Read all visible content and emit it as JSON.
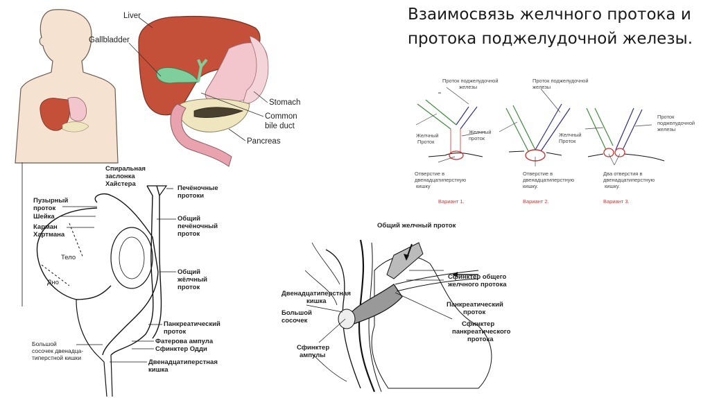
{
  "slide": {
    "title_lines": [
      "Взаимосвязь желчного протока и",
      "протока поджелудочной железы."
    ]
  },
  "anatomy_overview": {
    "labels": {
      "liver": "Liver",
      "gallbladder": "Gallbladder",
      "stomach": "Stomach",
      "common_bile_duct_1": "Common",
      "common_bile_duct_2": "bile duct",
      "pancreas": "Pancreas"
    },
    "colors": {
      "liver": "#c4503a",
      "gallbladder": "#7fcf9c",
      "stomach": "#f2c6cc",
      "pancreas": "#efe6c0",
      "skin": "#f6e2d0"
    }
  },
  "gallbladder_diagram": {
    "labels": {
      "heister_1": "Спиральная",
      "heister_2": "заслонка",
      "heister_3": "Хайстера",
      "hepatic_ducts_1": "Печёночные",
      "hepatic_ducts_2": "протоки",
      "cystic_duct_1": "Пузырный",
      "cystic_duct_2": "проток",
      "neck": "Шейка",
      "hartmann_1": "Карман",
      "hartmann_2": "Хартмана",
      "body": "Тело",
      "fundus": "Дно",
      "common_hepatic_1": "Общий",
      "common_hepatic_2": "печёночный",
      "common_hepatic_3": "проток",
      "common_bile_1": "Общий",
      "common_bile_2": "жёлчный",
      "common_bile_3": "проток",
      "pancreatic_duct_1": "Панкреатический",
      "pancreatic_duct_2": "проток",
      "vater_ampulla": "Фатерова ампула",
      "oddi": "Сфинктер Одди",
      "papilla_1": "Большой",
      "papilla_2": "сосочек двенадца-",
      "papilla_3": "типерстной кишки",
      "duodenum_1": "Двенадцатиперстная",
      "duodenum_2": "кишка"
    }
  },
  "variants_diagram": {
    "colors": {
      "bile_duct": "#3c8a3c",
      "pancreatic_duct": "#2e2e8c",
      "opening": "#d03030",
      "caption": "#c04040"
    },
    "variants": [
      {
        "pancreatic_label_1": "Проток поджелудочной",
        "pancreatic_label_2": "железы",
        "bile_label_1": "Желчный",
        "bile_label_2": "проток",
        "opening_1": "Отверстие в",
        "opening_2": "двенадцатиперстную",
        "opening_3": "кишку",
        "caption": "Вариант 1."
      },
      {
        "pancreatic_label_1": "Проток поджелудочной",
        "pancreatic_label_2": "железы",
        "bile_label_1": "Желчный",
        "bile_label_2": "Проток",
        "opening_1": "Отверстие в",
        "opening_2": "двенадцатиперстную",
        "opening_3": "кишку.",
        "caption": "Вариант 2."
      },
      {
        "pancreatic_label_1": "Проток",
        "pancreatic_label_2": "поджелудочной",
        "pancreatic_label_3": "железы",
        "opening_1": "Два отверстия в",
        "opening_2": "двенадцатиперстную",
        "opening_3": "кишку.",
        "caption": "Вариант 3."
      }
    ]
  },
  "sphincter_diagram": {
    "labels": {
      "common_bile_duct": "Общий желчный проток",
      "cbd_sphincter_1": "Сфинктер общего",
      "cbd_sphincter_2": "желчного протока",
      "duodenum_1": "Двенадцатиперстная",
      "duodenum_2": "кишка",
      "pancreatic_duct_1": "Панкреатический",
      "pancreatic_duct_2": "проток",
      "papilla_1": "Большой",
      "papilla_2": "сосочек",
      "pancreatic_sphincter_1": "Сфинктер",
      "pancreatic_sphincter_2": "панкреатического",
      "pancreatic_sphincter_3": "протока",
      "ampulla_sphincter_1": "Сфинктер",
      "ampulla_sphincter_2": "ампулы"
    }
  }
}
